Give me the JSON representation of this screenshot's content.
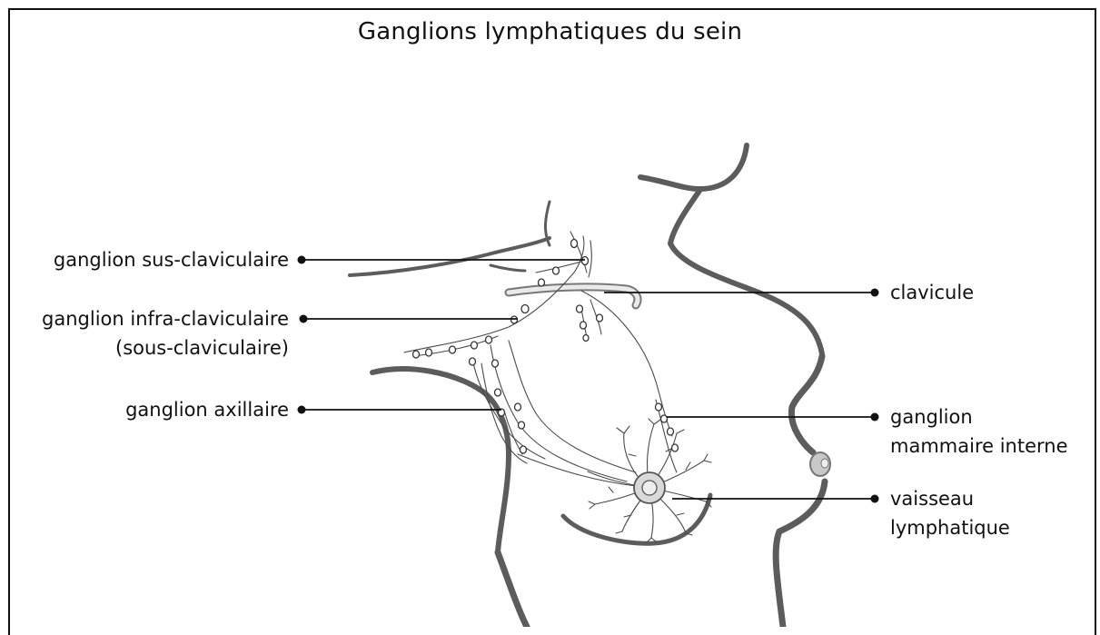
{
  "title": "Ganglions lymphatiques du sein",
  "labels": {
    "sus_claviculaire": "ganglion sus-claviculaire",
    "infra_claviculaire_1": "ganglion infra-claviculaire",
    "infra_claviculaire_2": "(sous-claviculaire)",
    "axillaire": "ganglion axillaire",
    "clavicule": "clavicule",
    "mammaire_1": "ganglion",
    "mammaire_2": "mammaire interne",
    "vaisseau_1": "vaisseau",
    "vaisseau_2": "lymphatique"
  },
  "colors": {
    "outline": "#5c5c5c",
    "text": "#111111",
    "nipple": "#bdbdbd"
  }
}
